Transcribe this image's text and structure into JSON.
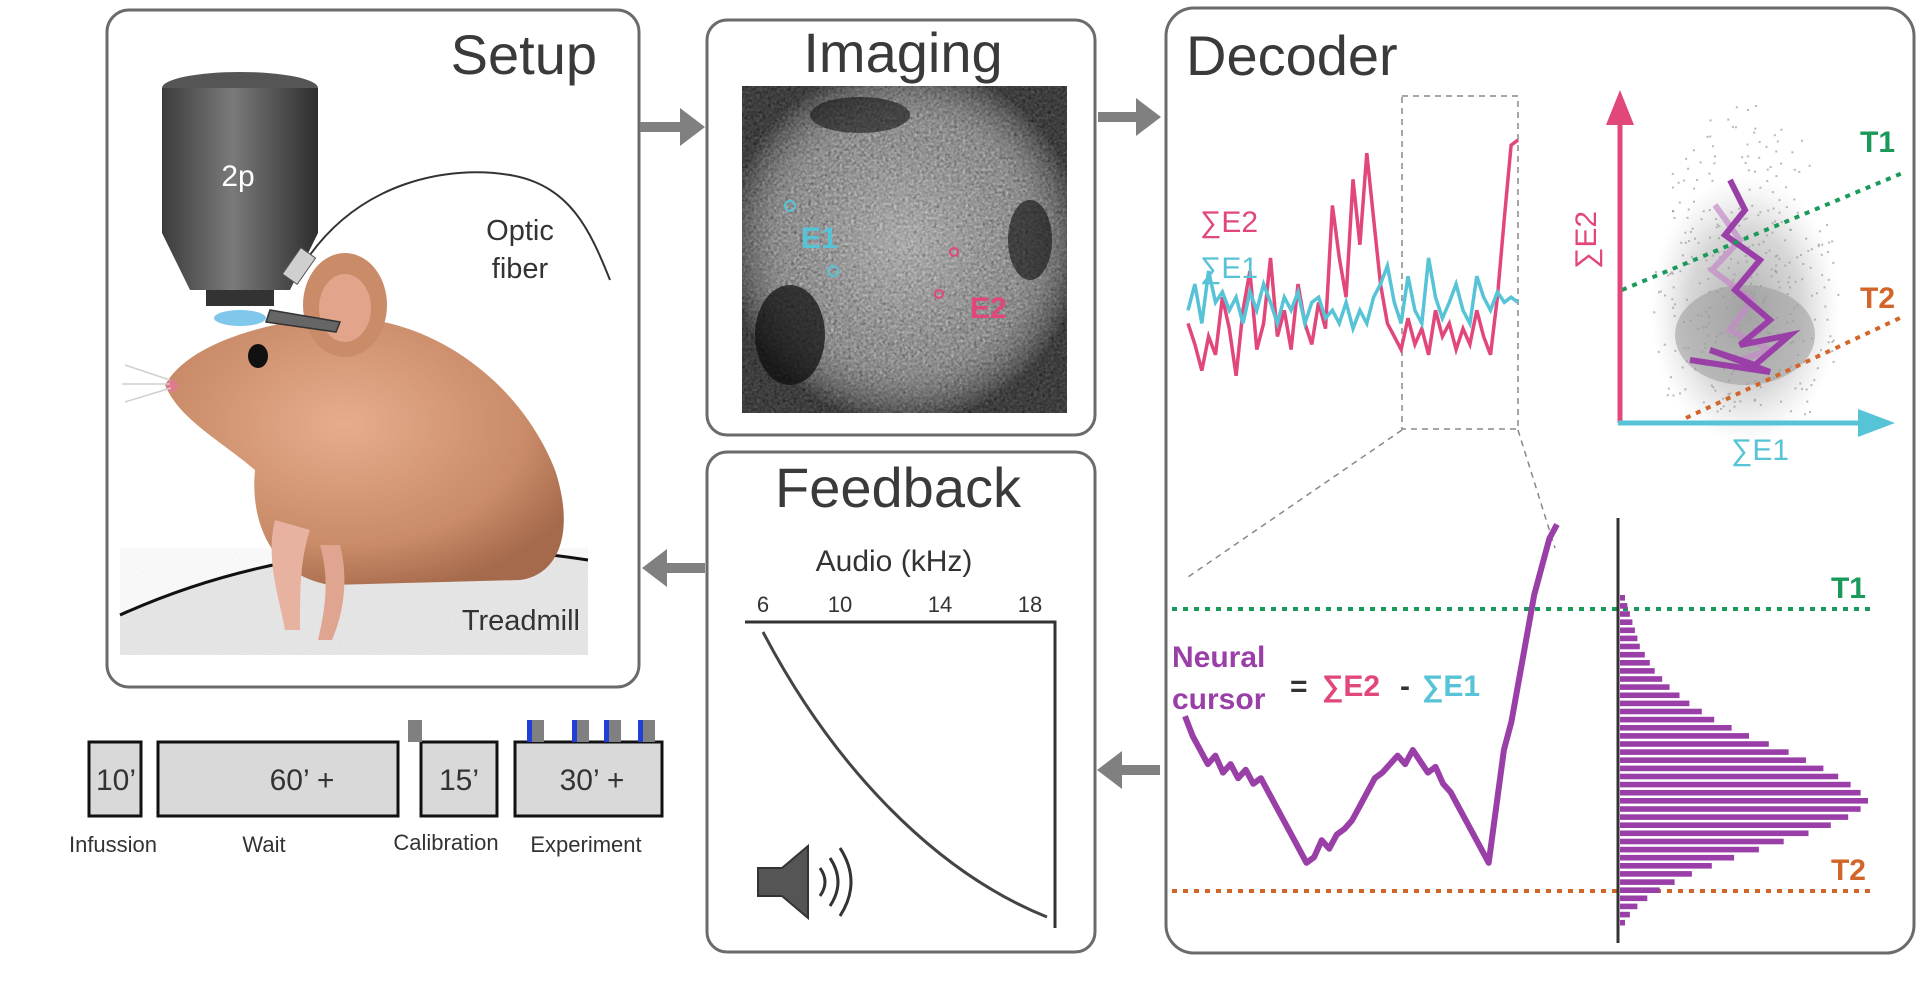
{
  "setup": {
    "title": "Setup",
    "scope_label": "2p",
    "fiber_label_line1": "Optic",
    "fiber_label_line2": "fiber",
    "treadmill_label": "Treadmill"
  },
  "imaging": {
    "title": "Imaging",
    "roi_e1": "E1",
    "roi_e2": "E2"
  },
  "decoder": {
    "title": "Decoder",
    "trace_e2_label": "∑E2",
    "trace_e1_label": "∑E1",
    "scatter_yaxis_label": "∑E2",
    "scatter_xaxis_label": "∑E1",
    "t1_label": "T1",
    "t2_label": "T2",
    "cursor_line1": "Neural",
    "cursor_line2": "cursor",
    "equals": "=",
    "formula_e2": "∑E2",
    "minus": "-",
    "formula_e1": "∑E1",
    "hist_t1_label": "T1",
    "hist_t2_label": "T2"
  },
  "feedback": {
    "title": "Feedback",
    "audio_axis_label": "Audio (kHz)",
    "ticks": [
      "6",
      "10",
      "14",
      "18"
    ]
  },
  "timeline": {
    "blocks": [
      {
        "duration": "10’",
        "label": "Infussion"
      },
      {
        "duration": "60’ +",
        "label": "Wait"
      },
      {
        "duration": "15’",
        "label": "Calibration"
      },
      {
        "duration": "30’ +",
        "label": "Experiment"
      }
    ]
  },
  "colors": {
    "e1": "#56c3d6",
    "e2": "#e2477a",
    "cursor": "#9a3fa8",
    "t1": "#1a9a5a",
    "t2": "#d2652a",
    "panel_border": "#6b6b6b",
    "arrow": "#808080"
  },
  "chart_data": [
    {
      "type": "line",
      "series": [
        {
          "name": "∑E2",
          "color": "#e2477a",
          "values": [
            0.3,
            0.22,
            0.12,
            0.25,
            0.18,
            0.4,
            0.28,
            0.1,
            0.35,
            0.5,
            0.2,
            0.3,
            0.55,
            0.25,
            0.35,
            0.2,
            0.45,
            0.3,
            0.22,
            0.38,
            0.28,
            0.75,
            0.55,
            0.4,
            0.85,
            0.6,
            0.95,
            0.7,
            0.45,
            0.3,
            0.25,
            0.2,
            0.32,
            0.22,
            0.28,
            0.18,
            0.35,
            0.25,
            0.3,
            0.2,
            0.28,
            0.22,
            0.35,
            0.25,
            0.18,
            0.4,
            0.7,
            0.98,
            1.0
          ]
        },
        {
          "name": "∑E1",
          "color": "#56c3d6",
          "values": [
            0.35,
            0.45,
            0.3,
            0.5,
            0.38,
            0.42,
            0.35,
            0.4,
            0.3,
            0.42,
            0.35,
            0.45,
            0.38,
            0.3,
            0.4,
            0.35,
            0.42,
            0.3,
            0.38,
            0.4,
            0.32,
            0.35,
            0.3,
            0.38,
            0.28,
            0.35,
            0.3,
            0.4,
            0.45,
            0.52,
            0.38,
            0.3,
            0.48,
            0.35,
            0.3,
            0.55,
            0.4,
            0.32,
            0.38,
            0.45,
            0.35,
            0.3,
            0.48,
            0.4,
            0.35,
            0.42,
            0.38,
            0.4,
            0.38
          ]
        }
      ]
    },
    {
      "type": "line",
      "series": [
        {
          "name": "Neural cursor",
          "color": "#9a3fa8",
          "values": [
            0.62,
            0.55,
            0.5,
            0.45,
            0.48,
            0.42,
            0.45,
            0.4,
            0.43,
            0.38,
            0.4,
            0.35,
            0.3,
            0.25,
            0.2,
            0.15,
            0.1,
            0.12,
            0.18,
            0.15,
            0.2,
            0.22,
            0.25,
            0.3,
            0.35,
            0.4,
            0.42,
            0.45,
            0.48,
            0.45,
            0.5,
            0.46,
            0.42,
            0.44,
            0.38,
            0.35,
            0.3,
            0.25,
            0.2,
            0.15,
            0.1,
            0.3,
            0.5,
            0.6,
            0.75,
            0.9,
            1.05,
            1.15,
            1.25,
            1.3
          ]
        }
      ]
    },
    {
      "type": "bar",
      "orientation": "horizontal",
      "values": [
        0.02,
        0.03,
        0.04,
        0.05,
        0.06,
        0.07,
        0.08,
        0.1,
        0.12,
        0.14,
        0.17,
        0.2,
        0.24,
        0.28,
        0.33,
        0.38,
        0.45,
        0.52,
        0.6,
        0.68,
        0.75,
        0.82,
        0.88,
        0.93,
        0.97,
        1.0,
        0.97,
        0.92,
        0.85,
        0.76,
        0.66,
        0.56,
        0.46,
        0.37,
        0.29,
        0.22,
        0.16,
        0.11,
        0.07,
        0.04,
        0.02
      ]
    }
  ]
}
